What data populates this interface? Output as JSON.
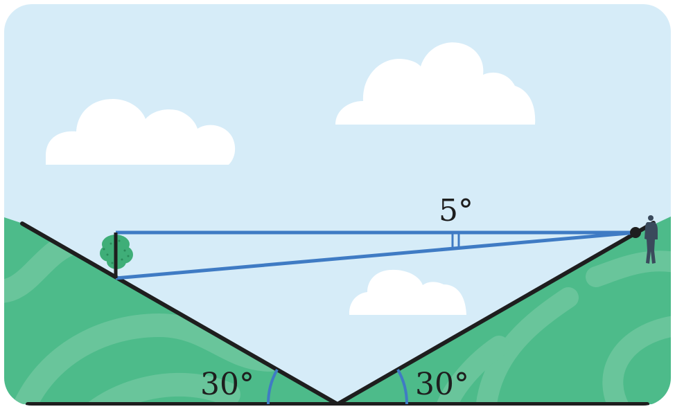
{
  "diagram": {
    "labels": {
      "top_angle": "5°",
      "left_valley_angle": "30°",
      "right_valley_angle": "30°"
    },
    "colors": {
      "sky": "#d6ecf8",
      "grass": "#4dbb8a",
      "grass_pattern": "#69c59b",
      "lines": "#1e1e1e",
      "sight_lines": "#3f7bc4",
      "cloud": "#ffffff",
      "person": "#3a4a5c",
      "tree": "#3fae78"
    },
    "icons": [
      "cloud-icon",
      "tree-icon",
      "person-icon"
    ]
  }
}
